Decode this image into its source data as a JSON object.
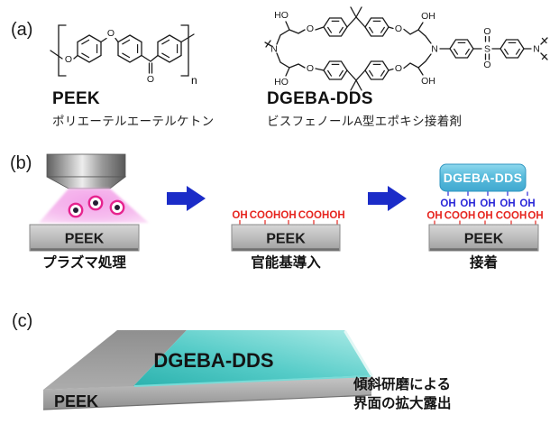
{
  "panel_a": {
    "label": "(a)",
    "peek": {
      "name": "PEEK",
      "caption": "ポリエーテルエーテルケトン",
      "atoms": {
        "o_left": "O",
        "o_ether": "O",
        "o_carbonyl": "O",
        "repeat_subscript": "n"
      }
    },
    "dgeba": {
      "name": "DGEBA-DDS",
      "caption": "ビスフェノールA型エポキシ接着剤",
      "atoms": {
        "ho_top": "HO",
        "oh_top": "OH",
        "ho_bottom": "HO",
        "oh_bottom": "OH",
        "n_left": "N",
        "n_right": "N",
        "o_ether_top_left": "O",
        "o_ether_top_right": "O",
        "o_ether_bottom_left": "O",
        "o_ether_bottom_right": "O",
        "s_sulfone": "S",
        "o_sulfone_top": "O",
        "o_sulfone_bottom": "O",
        "n_terminal": "N"
      }
    }
  },
  "panel_b": {
    "label": "(b)",
    "step1": {
      "caption": "プラズマ処理",
      "substrate": "PEEK"
    },
    "step2": {
      "caption": "官能基導入",
      "substrate": "PEEK",
      "red_groups": [
        "OH",
        "COOH",
        "OH",
        "COOH",
        "OH"
      ]
    },
    "step3": {
      "caption": "接着",
      "substrate": "PEEK",
      "adhesive": "DGEBA-DDS",
      "blue_groups": [
        "OH",
        "OH",
        "OH",
        "OH",
        "OH"
      ],
      "red_groups": [
        "OH",
        "COOH",
        "OH",
        "COOH",
        "OH"
      ]
    }
  },
  "panel_c": {
    "label": "(c)",
    "substrate": "PEEK",
    "layer": "DGEBA-DDS",
    "caption": [
      "傾斜研磨による",
      "界面の拡大露出"
    ]
  },
  "colors": {
    "arrow_blue": "#1b2cc8",
    "adhesive_cyan": "#55b7d8",
    "functional_red": "#e6251f",
    "hydroxyl_blue": "#2b28d8",
    "plasma_glow_pink": "#f2a8e6",
    "plasma_ring_magenta": "#e6238e",
    "layer_teal": "#35b8b4",
    "substrate_gray": "#9a9a9a"
  }
}
